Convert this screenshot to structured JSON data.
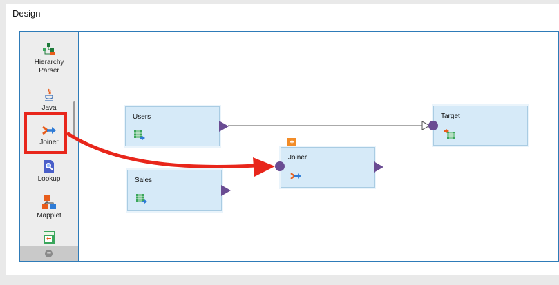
{
  "panel": {
    "title": "Design"
  },
  "palette": {
    "items": [
      {
        "label": "Hierarchy Parser",
        "icon": "hierarchy-parser-icon"
      },
      {
        "label": "Java",
        "icon": "java-icon"
      },
      {
        "label": "Joiner",
        "icon": "joiner-icon"
      },
      {
        "label": "Lookup",
        "icon": "lookup-icon"
      },
      {
        "label": "Mapplet",
        "icon": "mapplet-icon"
      },
      {
        "label": "",
        "icon": "transform-icon"
      }
    ],
    "more_icon": "more-icon",
    "selected": "Joiner"
  },
  "canvas": {
    "nodes": [
      {
        "label": "Users",
        "icon": "source-table-icon"
      },
      {
        "label": "Sales",
        "icon": "source-table-icon"
      },
      {
        "label": "Joiner",
        "icon": "joiner-icon",
        "badge": "+"
      },
      {
        "label": "Target",
        "icon": "target-table-icon"
      }
    ]
  },
  "colors": {
    "accent": "#2e7bb8",
    "node_fill": "#d6eaf8",
    "port": "#6a4c93",
    "highlight": "#e8261b"
  }
}
